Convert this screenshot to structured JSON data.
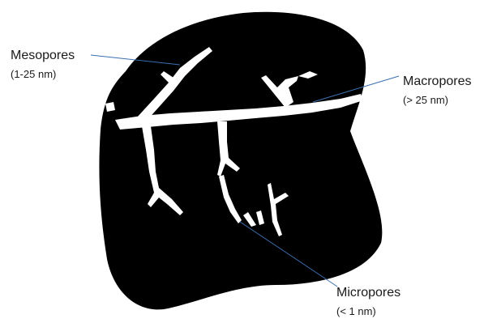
{
  "labels": {
    "mesopores": {
      "name": "Mesopores",
      "range": "(1-25 nm)"
    },
    "macropores": {
      "name": "Macropores",
      "range": "(> 25 nm)"
    },
    "micropores": {
      "name": "Micropores",
      "range": "(< 1 nm)"
    }
  },
  "colors": {
    "particle": "#000000",
    "pores": "#ffffff",
    "leader_line": "#3a6fb0",
    "text": "#1a1a1a"
  }
}
